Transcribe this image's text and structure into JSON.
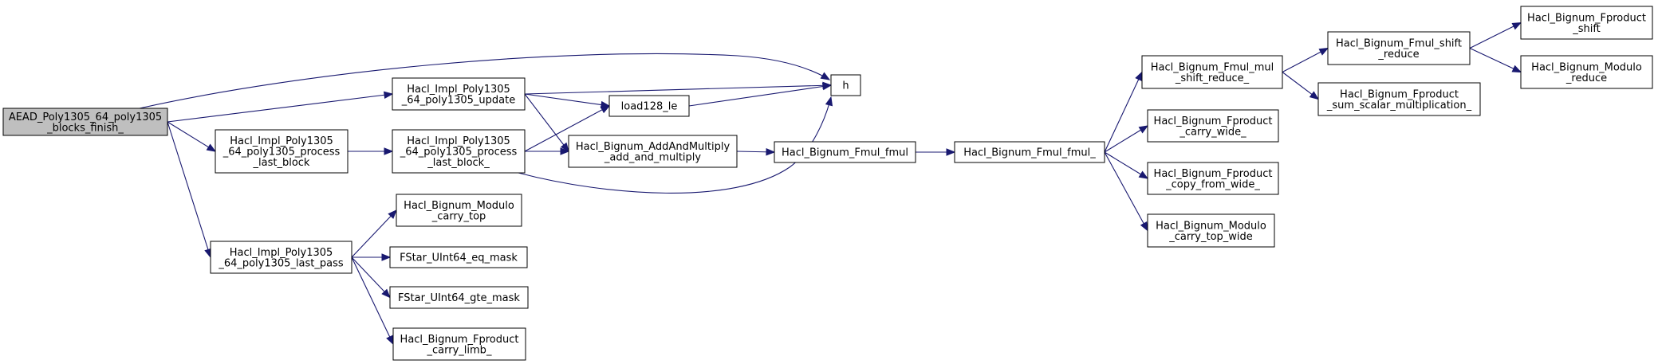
{
  "diagram": {
    "type": "call-graph",
    "colors": {
      "edge": "#191970",
      "root_fill": "#bfbfbf",
      "node_fill": "#ffffff",
      "node_border": "#000000"
    },
    "nodes": [
      {
        "id": "root",
        "lines": [
          "AEAD_Poly1305_64_poly1305",
          "_blocks_finish_"
        ],
        "root": true
      },
      {
        "id": "h",
        "lines": [
          "h"
        ]
      },
      {
        "id": "update",
        "lines": [
          "Hacl_Impl_Poly1305",
          "_64_poly1305_update"
        ]
      },
      {
        "id": "plb",
        "lines": [
          "Hacl_Impl_Poly1305",
          "_64_poly1305_process",
          "_last_block"
        ]
      },
      {
        "id": "plb_",
        "lines": [
          "Hacl_Impl_Poly1305",
          "_64_poly1305_process",
          "_last_block_"
        ]
      },
      {
        "id": "load",
        "lines": [
          "load128_le"
        ]
      },
      {
        "id": "addmul",
        "lines": [
          "Hacl_Bignum_AddAndMultiply",
          "_add_and_multiply"
        ]
      },
      {
        "id": "fmul",
        "lines": [
          "Hacl_Bignum_Fmul_fmul"
        ]
      },
      {
        "id": "fmul_",
        "lines": [
          "Hacl_Bignum_Fmul_fmul_"
        ]
      },
      {
        "id": "mulsr",
        "lines": [
          "Hacl_Bignum_Fmul_mul",
          "_shift_reduce_"
        ]
      },
      {
        "id": "shiftr",
        "lines": [
          "Hacl_Bignum_Fmul_shift",
          "_reduce"
        ]
      },
      {
        "id": "fpshift",
        "lines": [
          "Hacl_Bignum_Fproduct",
          "_shift"
        ]
      },
      {
        "id": "modred",
        "lines": [
          "Hacl_Bignum_Modulo",
          "_reduce"
        ]
      },
      {
        "id": "sumsc",
        "lines": [
          "Hacl_Bignum_Fproduct",
          "_sum_scalar_multiplication_"
        ]
      },
      {
        "id": "carryw",
        "lines": [
          "Hacl_Bignum_Fproduct",
          "_carry_wide_"
        ]
      },
      {
        "id": "copyw",
        "lines": [
          "Hacl_Bignum_Fproduct",
          "_copy_from_wide_"
        ]
      },
      {
        "id": "ctw",
        "lines": [
          "Hacl_Bignum_Modulo",
          "_carry_top_wide"
        ]
      },
      {
        "id": "lastpass",
        "lines": [
          "Hacl_Impl_Poly1305",
          "_64_poly1305_last_pass"
        ]
      },
      {
        "id": "ctop",
        "lines": [
          "Hacl_Bignum_Modulo",
          "_carry_top"
        ]
      },
      {
        "id": "eqmask",
        "lines": [
          "FStar_UInt64_eq_mask"
        ]
      },
      {
        "id": "gtemask",
        "lines": [
          "FStar_UInt64_gte_mask"
        ]
      },
      {
        "id": "climb",
        "lines": [
          "Hacl_Bignum_Fproduct",
          "_carry_limb_"
        ]
      }
    ],
    "edges": [
      {
        "from": "root",
        "to": "h"
      },
      {
        "from": "root",
        "to": "update"
      },
      {
        "from": "root",
        "to": "plb"
      },
      {
        "from": "root",
        "to": "lastpass"
      },
      {
        "from": "update",
        "to": "h"
      },
      {
        "from": "update",
        "to": "load"
      },
      {
        "from": "update",
        "to": "addmul"
      },
      {
        "from": "plb",
        "to": "plb_"
      },
      {
        "from": "plb_",
        "to": "load"
      },
      {
        "from": "plb_",
        "to": "addmul"
      },
      {
        "from": "plb_",
        "to": "h"
      },
      {
        "from": "load",
        "to": "h"
      },
      {
        "from": "addmul",
        "to": "fmul"
      },
      {
        "from": "fmul",
        "to": "fmul_"
      },
      {
        "from": "fmul_",
        "to": "mulsr"
      },
      {
        "from": "fmul_",
        "to": "carryw"
      },
      {
        "from": "fmul_",
        "to": "copyw"
      },
      {
        "from": "fmul_",
        "to": "ctw"
      },
      {
        "from": "mulsr",
        "to": "shiftr"
      },
      {
        "from": "mulsr",
        "to": "sumsc"
      },
      {
        "from": "shiftr",
        "to": "fpshift"
      },
      {
        "from": "shiftr",
        "to": "modred"
      },
      {
        "from": "lastpass",
        "to": "ctop"
      },
      {
        "from": "lastpass",
        "to": "eqmask"
      },
      {
        "from": "lastpass",
        "to": "gtemask"
      },
      {
        "from": "lastpass",
        "to": "climb"
      }
    ]
  }
}
